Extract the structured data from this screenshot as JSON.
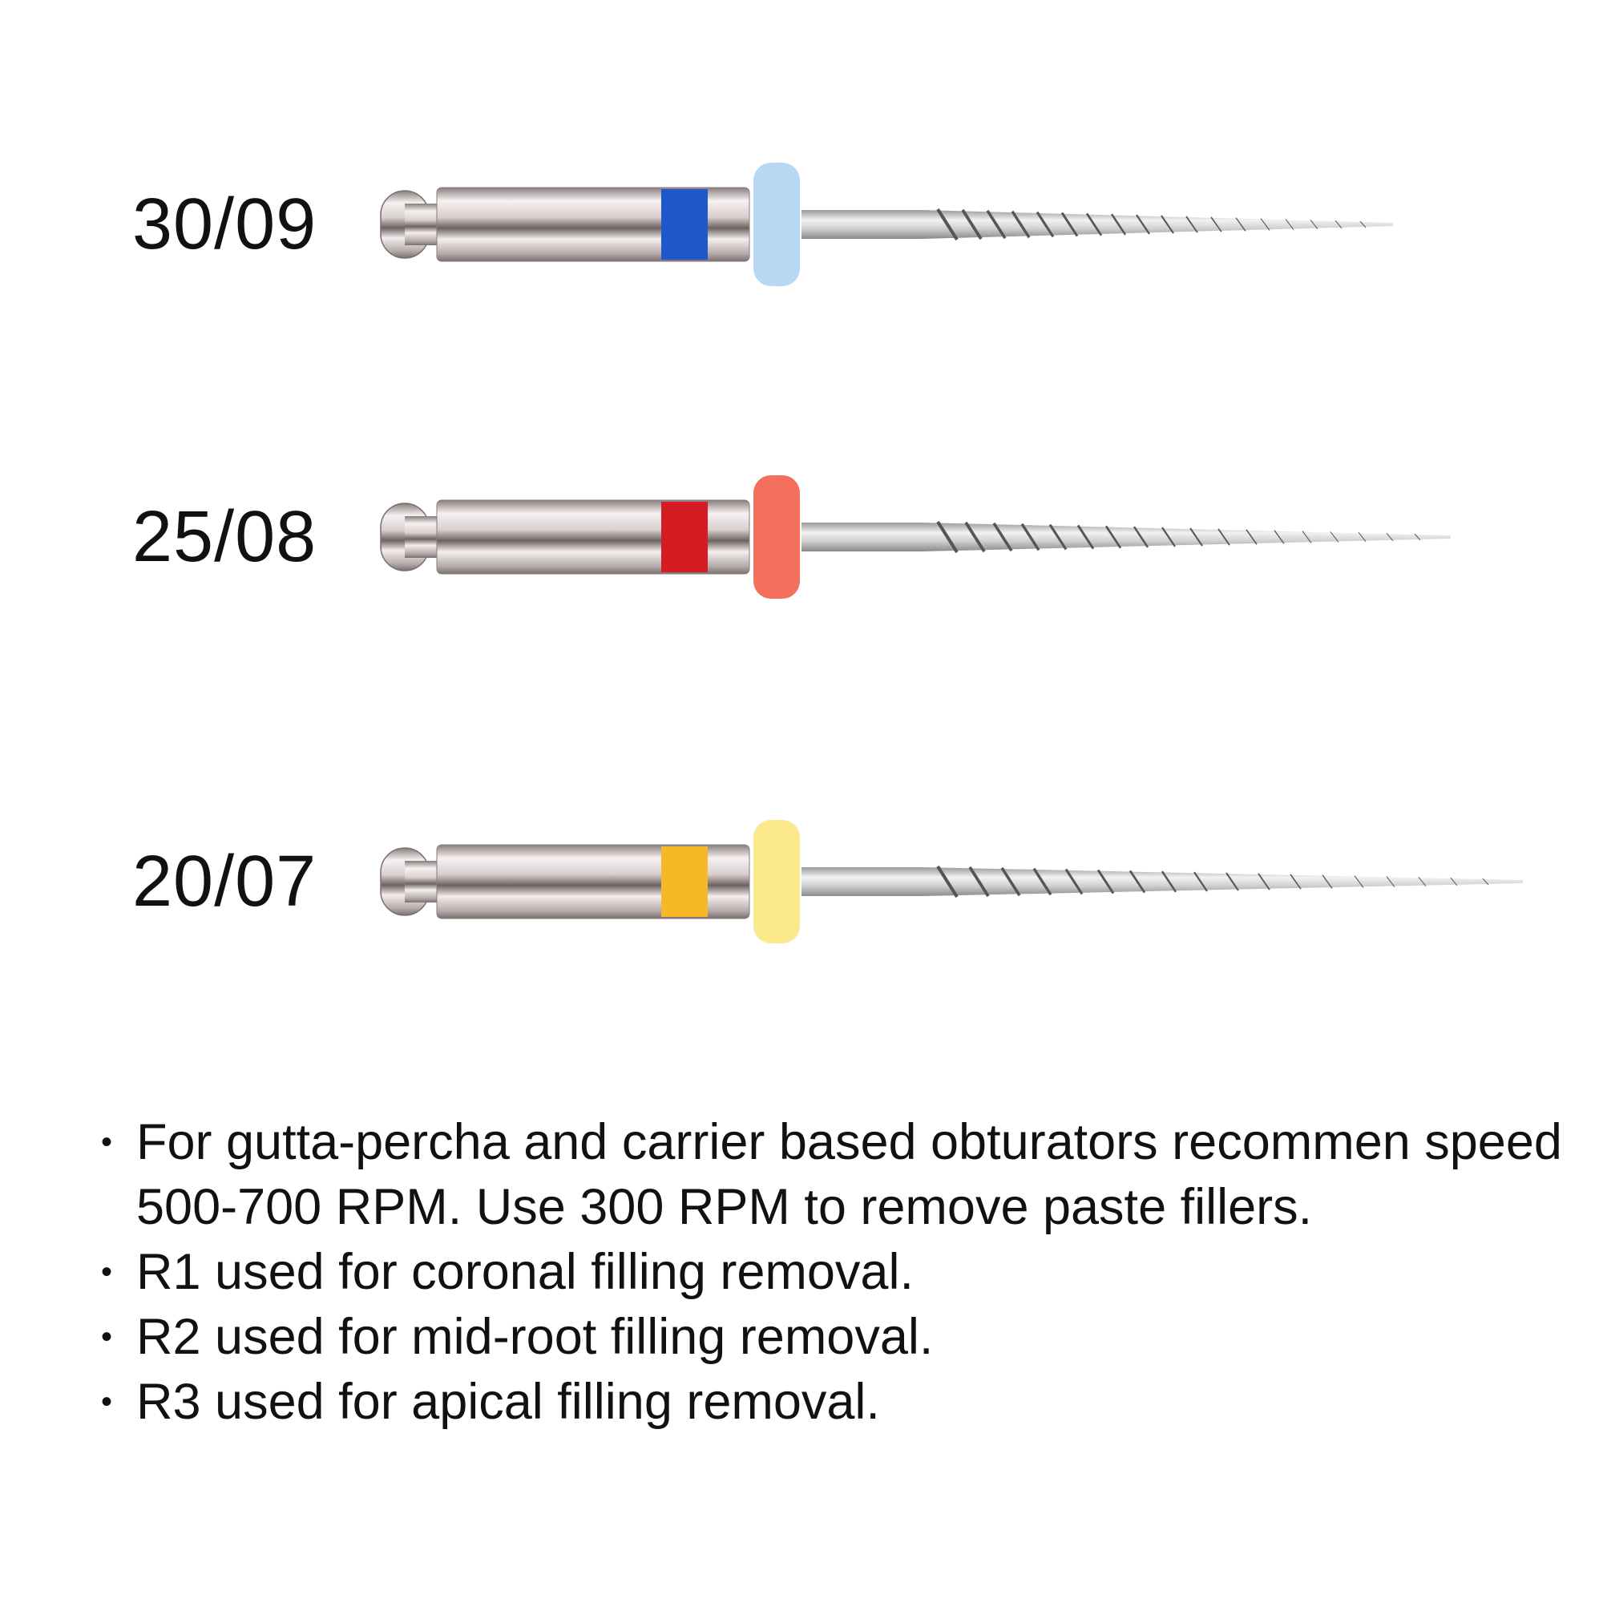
{
  "files": [
    {
      "label": "30/09",
      "band_color": "#1f58c8",
      "stopper_color": "#b8d7f3",
      "needle_length": 0.82
    },
    {
      "label": "25/08",
      "band_color": "#d41c22",
      "stopper_color": "#f2705c",
      "needle_length": 0.9
    },
    {
      "label": "20/07",
      "band_color": "#f6b826",
      "stopper_color": "#fbe98c",
      "needle_length": 1.0
    }
  ],
  "notes": [
    "For gutta-percha and carrier based obturators recommen speed 500-700 RPM. Use 300 RPM to remove paste fillers.",
    "R1 used for coronal filling removal.",
    "R2 used for mid-root filling removal.",
    "R3 used for apical filling removal."
  ],
  "colors": {
    "background": "#ffffff",
    "text": "#111111",
    "metal_light": "#f4eeee",
    "metal_dark": "#6e6262"
  },
  "icons": {
    "file": "endodontic-rotary-file-icon",
    "bullet": "bullet-dot-icon"
  }
}
